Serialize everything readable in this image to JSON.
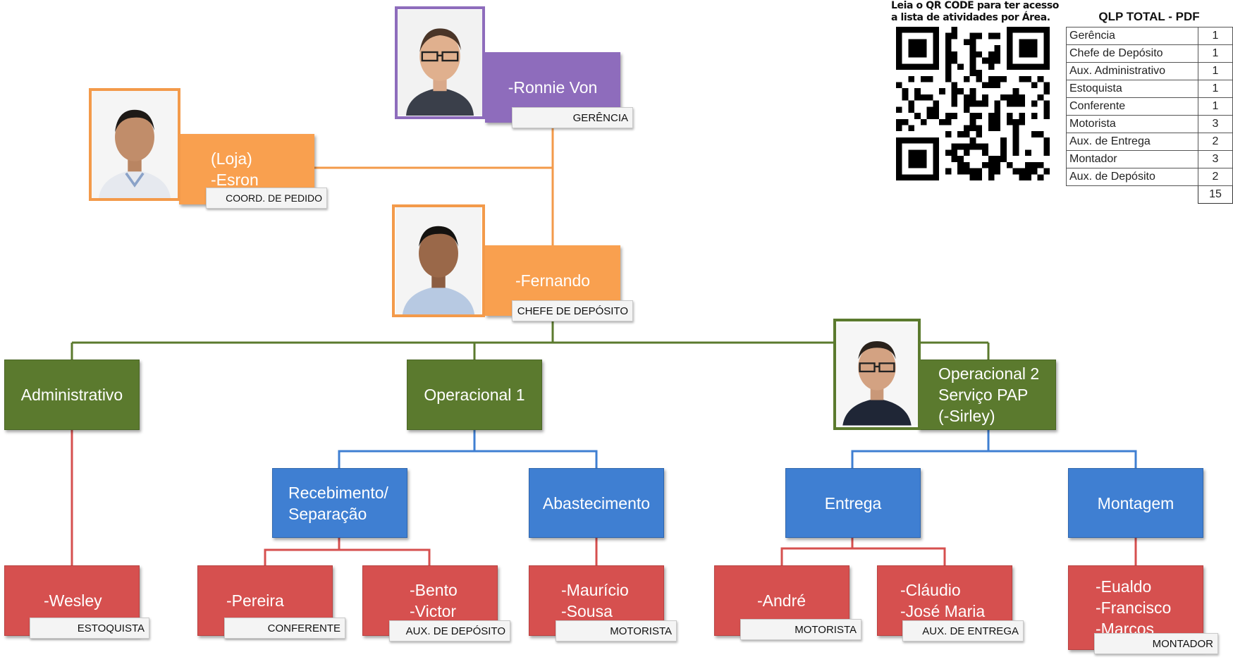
{
  "colors": {
    "purple": "#8e6cbc",
    "orange": "#f9a04f",
    "green": "#5b7a2e",
    "blue": "#3f7fd2",
    "red": "#d6504f",
    "line_orange": "#f39a4a",
    "line_green": "#5b7a2e",
    "line_blue": "#3f7fd2",
    "line_red": "#d6504f"
  },
  "qr": {
    "note": "Leia o QR CODE para ter acesso a lista de atividades por Área."
  },
  "qlp": {
    "title": "QLP TOTAL - PDF",
    "rows": [
      {
        "label": "Gerência",
        "value": "1"
      },
      {
        "label": "Chefe de Depósito",
        "value": "1"
      },
      {
        "label": "Aux. Administrativo",
        "value": "1"
      },
      {
        "label": "Estoquista",
        "value": "1"
      },
      {
        "label": "Conferente",
        "value": "1"
      },
      {
        "label": "Motorista",
        "value": "3"
      },
      {
        "label": "Aux. de Entrega",
        "value": "2"
      },
      {
        "label": "Montador",
        "value": "3"
      },
      {
        "label": "Aux. de Depósito",
        "value": "2"
      }
    ],
    "total": "15"
  },
  "org": {
    "manager": {
      "name": "-Ronnie Von",
      "role": "GERÊNCIA",
      "photo": "person-photo"
    },
    "store": {
      "line1": "(Loja)",
      "line2": "-Esron",
      "role": "COORD. DE PEDIDO",
      "photo": "person-photo"
    },
    "chief": {
      "name": "-Fernando",
      "role": "CHEFE DE DEPÓSITO",
      "photo": "person-photo"
    },
    "administrativo": {
      "label": "Administrativo"
    },
    "operacional1": {
      "label": "Operacional 1"
    },
    "operacional2": {
      "line1": "Operacional 2",
      "line2": "Serviço PAP",
      "line3": "(-Sirley)",
      "photo": "person-photo"
    },
    "recebimento": {
      "line1": "Recebimento/",
      "line2": "Separação"
    },
    "abastecimento": {
      "label": "Abastecimento"
    },
    "entrega": {
      "label": "Entrega"
    },
    "montagem": {
      "label": "Montagem"
    },
    "wesley": {
      "name": "-Wesley",
      "role": "ESTOQUISTA"
    },
    "pereira": {
      "name": "-Pereira",
      "role": "CONFERENTE"
    },
    "bento": {
      "line1": "-Bento",
      "line2": "-Victor",
      "role": "AUX. DE DEPÓSITO"
    },
    "mauricio": {
      "line1": "-Maurício",
      "line2": "-Sousa",
      "role": "MOTORISTA"
    },
    "andre": {
      "name": "-André",
      "role": "MOTORISTA"
    },
    "claudio": {
      "line1": "-Cláudio",
      "line2": "-José Maria",
      "role": "AUX. DE ENTREGA"
    },
    "montadores": {
      "line1": "-Eualdo",
      "line2": "-Francisco",
      "line3": "-Marcos",
      "role": "MONTADOR"
    }
  }
}
